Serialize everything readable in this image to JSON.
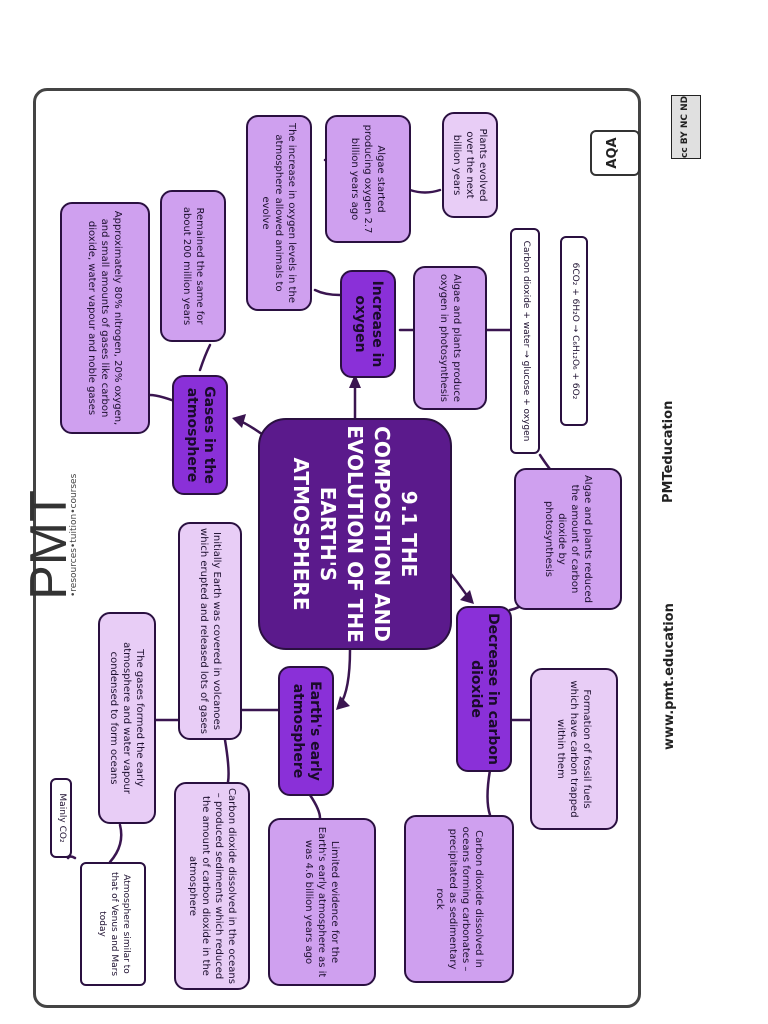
{
  "header": {
    "logo_text": "PMT",
    "tagline": "•resources•tuition•courses",
    "website": "www.pmt.education",
    "social_handle": "PMTeducation",
    "exam_board": "AQA",
    "license": "cc BY NC ND"
  },
  "central": "9.1 THE COMPOSITION AND EVOLUTION OF THE EARTH'S ATMOSPHERE",
  "branches": {
    "gases": "Gases in the atmosphere",
    "oxygen": "Increase in oxygen",
    "co2": "Decrease in carbon dioxide",
    "early": "Earth's early atmosphere"
  },
  "notes": {
    "gases_composition": "Approximately 80% nitrogen, 20% oxygen, and small amounts of gases like carbon dioxide, water vapour and noble gases",
    "gases_same": "Remained the same for about 200 million years",
    "oxygen_evolve": "The increase in oxygen levels in the atmosphere allowed animals to evolve",
    "algae_started": "Algae started producing oxygen 2.7 billion years ago",
    "plants_evolved": "Plants evolved over the next billion years",
    "photosynthesis_oxygen": "Algae and plants produce oxygen in photosynthesis",
    "equation_words": "Carbon dioxide + water → glucose + oxygen",
    "equation_symbols": "6CO₂ + 6H₂O → C₆H₁₂O₆ + 6O₂",
    "co2_photosynthesis": "Algae and plants reduced the amount of carbon dioxide by photosynthesis",
    "fossil_fuels": "Formation of fossil fuels which have carbon trapped within them",
    "carbonates": "Carbon dioxide dissolved in oceans forming carbonates – precipitated as sedimentary rock",
    "limited_evidence": "Limited evidence for the Earth's early atmosphere as it was 4.6 billion years ago",
    "volcanoes": "Initially Earth was covered in volcanoes which erupted and released lots of gases",
    "oceans_formed": "The gases formed the early atmosphere and water vapour condensed to form oceans",
    "sediments": "Carbon dioxide dissolved in the oceans – produced sediments which reduced the amount of carbon dioxide in the atmosphere",
    "mainly_co2": "Mainly CO₂",
    "venus_mars": "Atmosphere similar to that of Venus and Mars today"
  },
  "colors": {
    "center": "#5b1a8c",
    "branch": "#8a30d8",
    "note_medium": "#cfa0ef",
    "note_light": "#e8cdf6",
    "line": "#3a1550"
  }
}
